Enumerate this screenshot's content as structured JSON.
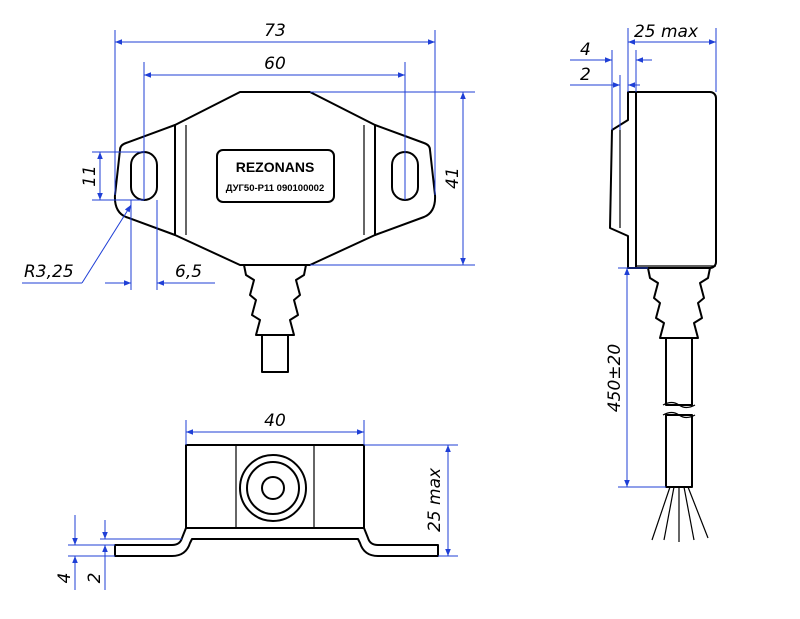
{
  "label": {
    "brand": "REZONANS",
    "model": "ДУГ50-Р11 090100002"
  },
  "dimensions": {
    "overall_width": "73",
    "hole_spacing": "60",
    "height": "41",
    "slot_length": "11",
    "radius": "R3,25",
    "slot_offset": "6,5",
    "front_width": "40",
    "front_height": "25 max",
    "front_flange_thickness": "4",
    "front_flange_offset": "2",
    "side_depth": "25 max",
    "side_flange_thickness": "4",
    "side_flange_offset": "2",
    "cable_length": "450±20"
  },
  "colors": {
    "dimension_lines": "#1f3fd6",
    "outline": "#000000"
  }
}
